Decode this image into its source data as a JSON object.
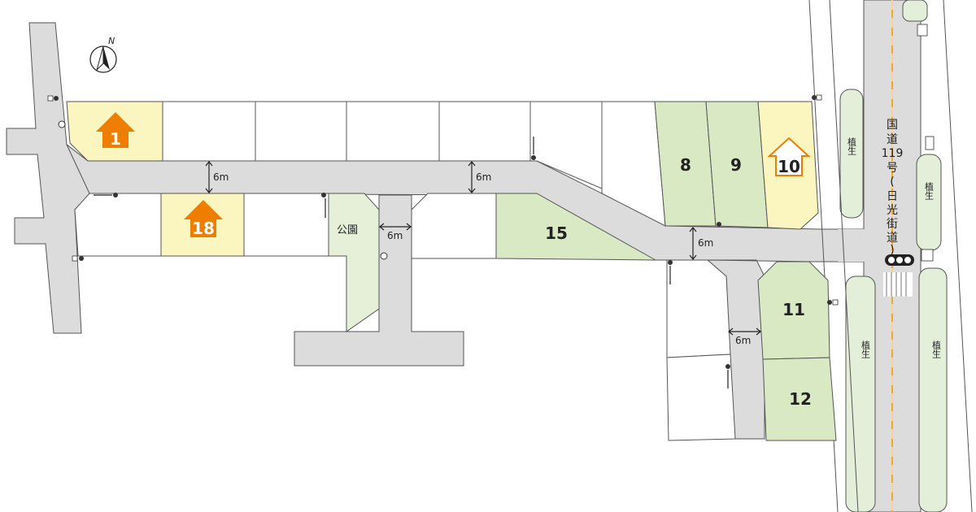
{
  "compass": {
    "label": "N"
  },
  "lots": {
    "lot1": "1",
    "lot8": "8",
    "lot9": "9",
    "lot10": "10",
    "lot11": "11",
    "lot12": "12",
    "lot15": "15",
    "lot18": "18"
  },
  "road_widths": [
    "6m",
    "6m",
    "6m",
    "6m",
    "6m"
  ],
  "park": {
    "label": "公園"
  },
  "highway": {
    "route_chars": [
      "国",
      "道",
      "119",
      "号",
      "(",
      "日",
      "光",
      "街",
      "道",
      ")"
    ]
  },
  "planting_label": "植生",
  "colors": {
    "sold_yellow": "#fbf6c0",
    "available_green": "#d8e9c4",
    "house_orange": "#ee7d00",
    "road_gray": "#dcdcdc",
    "median_line": "#f5a623"
  }
}
